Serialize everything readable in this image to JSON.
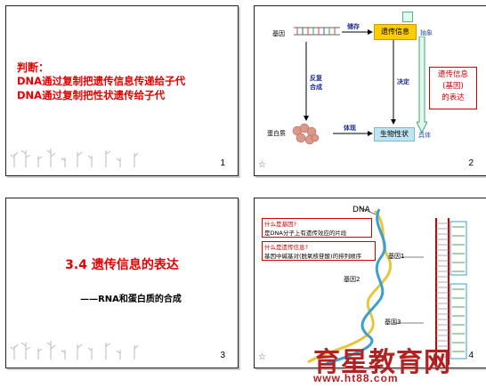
{
  "slide1": {
    "heading": "判断：",
    "line1": "DNA通过复制把遗传信息传递给子代",
    "line2": "DNA通过复制把性状遗传给子代",
    "page": "1"
  },
  "slide2": {
    "gene": "基因",
    "arrow_top": "储存",
    "genetic_info": "遗传信息",
    "abstract": "抽象",
    "arrow_left": "反复",
    "arrow_left2": "合成",
    "decide": "决定",
    "protein": "蛋白质",
    "arrow_bottom": "体现",
    "trait": "生物性状",
    "concrete": "具体",
    "callout_l1": "遗传信息",
    "callout_l2": "(基因)",
    "callout_l3": "的表达",
    "page": "2",
    "star": "☆"
  },
  "slide3": {
    "title": "3.4  遗传信息的表达",
    "subtitle": "——RNA和蛋白质的合成",
    "page": "3"
  },
  "slide4": {
    "dna": "DNA",
    "q1": "什么是基因?",
    "a1": "是DNA分子上有遗传效应的片段",
    "q2": "什么是遗传信息?",
    "a2": "基因中碱基对(脱氧核苷酸)的排列顺序",
    "gene1": "基因1",
    "gene2": "基因2",
    "gene3": "基因3",
    "page": "4",
    "star": "☆"
  },
  "watermark": {
    "cn": "育星教育网",
    "url": "www.ht88.com"
  }
}
